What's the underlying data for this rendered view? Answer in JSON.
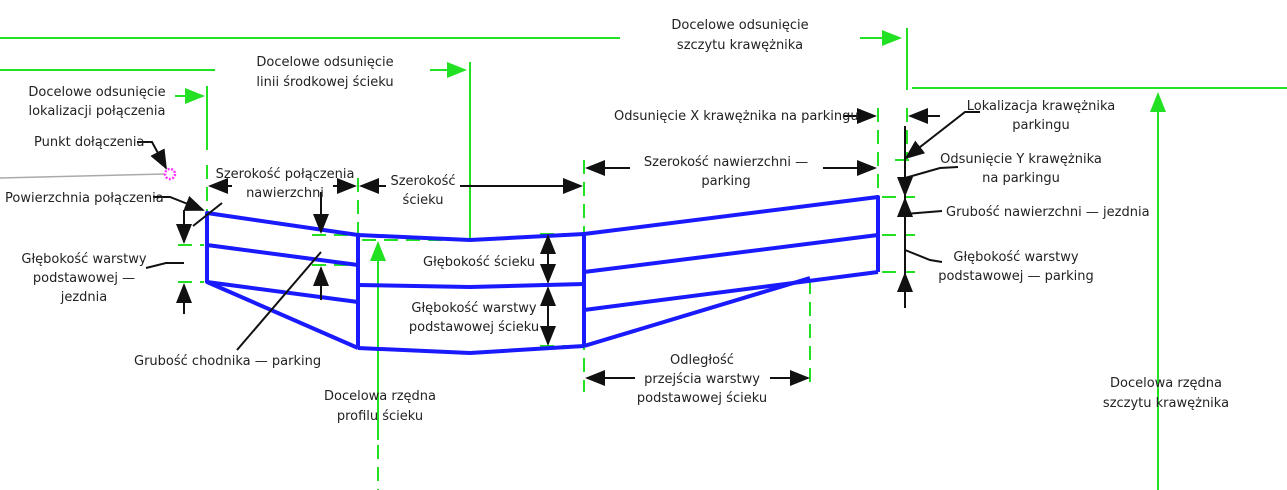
{
  "colors": {
    "section": "#1a1aff",
    "target": "#22e022",
    "leader": "#111111",
    "attachment_point": "#ff33ff"
  },
  "labels": {
    "target_curb_top_offset": [
      "Docelowe odsunięcie",
      "szczytu krawężnika"
    ],
    "target_path_centerline_offset": [
      "Docelowe odsunięcie",
      "linii środkowej ścieku"
    ],
    "target_connection_location_offset": [
      "Docelowe odsunięcie",
      "lokalizacji połączenia"
    ],
    "attachment_point": "Punkt dołączenia",
    "connection_surface": "Powierzchnia połączenia",
    "pave_connection_width": [
      "Szerokość połączenia",
      "nawierzchni"
    ],
    "gutter_width": [
      "Szerokość",
      "ścieku"
    ],
    "parking_pave_width": [
      "Szerokość nawierzchni —",
      "parking"
    ],
    "parking_curb_x_offset": "Odsunięcie X krawężnika na parkingu",
    "parking_curb_location": [
      "Lokalizacja krawężnika",
      "parkingu"
    ],
    "parking_curb_y_offset": [
      "Odsunięcie Y krawężnika",
      "na parkingu"
    ],
    "road_pave_thickness": "Grubość nawierzchni — jezdnia",
    "parking_base_depth": [
      "Głębokość warstwy",
      "podstawowej — parking"
    ],
    "road_base_depth": [
      "Głębokość warstwy",
      "podstawowej —",
      "jezdnia"
    ],
    "gutter_depth": "Głębokość ścieku",
    "gutter_base_depth": [
      "Głębokość warstwy",
      "podstawowej ścieku"
    ],
    "parking_sidewalk_thickness": "Grubość chodnika — parking",
    "target_gutter_profile_elevation": [
      "Docelowa rzędna",
      "profilu ścieku"
    ],
    "gutter_base_transition_distance": [
      "Odległość",
      "przejścia warstwy",
      "podstawowej ścieku"
    ],
    "target_curb_top_elevation": [
      "Docelowa rzędna",
      "szczytu krawężnika"
    ]
  }
}
